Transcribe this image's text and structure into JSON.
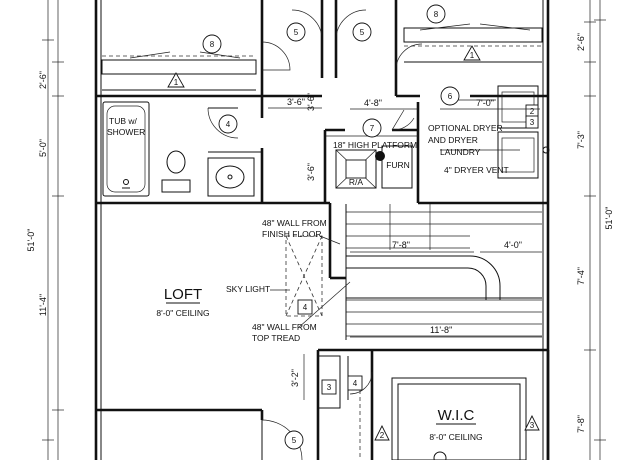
{
  "rooms": {
    "loft": "LOFT",
    "loft_ceiling": "8'-0\" CEILING",
    "wic": "W.I.C",
    "wic_ceiling": "8'-0\" CEILING",
    "tub_line1": "TUB w/",
    "tub_line2": "SHOWER",
    "ra": "R/A",
    "furn": "FURN"
  },
  "notes": {
    "platform": "18\" HIGH PLATFORM",
    "dryer1": "OPTIONAL DRYER",
    "dryer2": "AND DRYER",
    "dryer3": "LAUNDRY",
    "dryer_vent": "4\" DRYER VENT",
    "wall_floor1": "48\" WALL FROM",
    "wall_floor2": "FINISH FLOOR",
    "sky_light": "SKY LIGHT",
    "wall_tread1": "48\" WALL FROM",
    "wall_tread2": "TOP TREAD"
  },
  "dims": {
    "left_overall": "51'-0\"",
    "right_overall": "51'-0\"",
    "left_2_6": "2'-6\"",
    "left_5_0": "5'-0\"",
    "left_11_4": "11'-4\"",
    "right_2_6": "2'-6\"",
    "right_7_3": "7'-3\"",
    "right_7_4": "7'-4\"",
    "right_7_8": "7'-8\"",
    "hall_3_6a": "3'-6\"",
    "hall_3_6b": "3'-6\"",
    "hall_3_6c": "3'-6\"",
    "closet_4_8": "4'-8\"",
    "laundry_7_0": "7'-0\"",
    "stair_7_8": "7'-8\"",
    "stair_4_0": "4'-0\"",
    "stair_11_8": "11'-8\"",
    "closet_3_2": "3'-2\""
  },
  "tags": {
    "t1a": "1",
    "t1b": "1",
    "t2a": "2",
    "t2b": "2",
    "t3a": "3",
    "t3b": "3",
    "t3c": "3",
    "t4a": "4",
    "t4b": "4",
    "t4c": "4",
    "t5a": "5",
    "t5b": "5",
    "t5c": "5",
    "t6": "6",
    "t7": "7",
    "t8a": "8",
    "t8b": "8"
  }
}
